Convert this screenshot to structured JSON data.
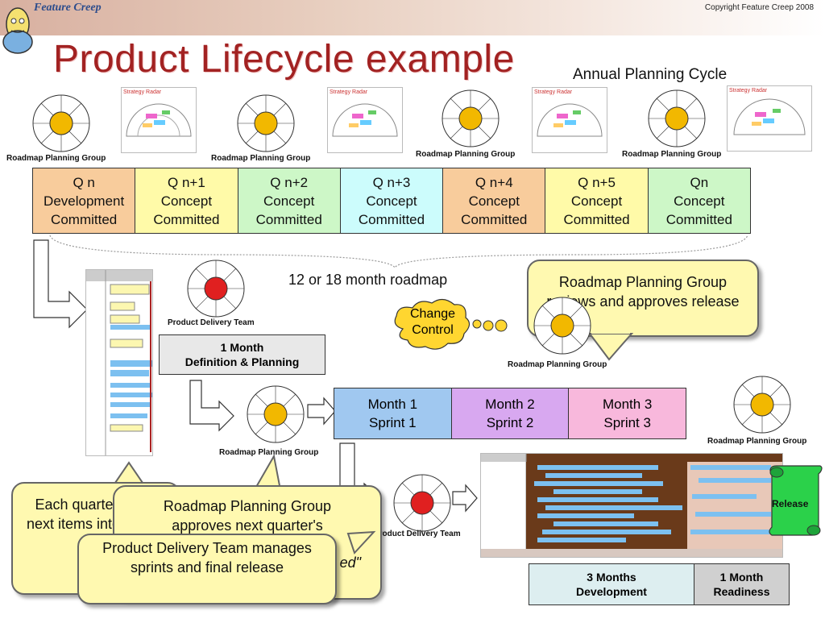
{
  "header": {
    "logo": "Feature Creep",
    "copyright": "Copyright Feature Creep 2008"
  },
  "title": "Product Lifecycle example",
  "subtitle": "Annual Planning Cycle",
  "group_labels": {
    "rpg": "Roadmap Planning Group",
    "pdt": "Product Delivery Team"
  },
  "quarters": [
    {
      "l1": "Q n",
      "l2": "Development",
      "l3": "Committed",
      "color": "#f8cc9c"
    },
    {
      "l1": "Q n+1",
      "l2": "Concept",
      "l3": "Committed",
      "color": "#fffaa8"
    },
    {
      "l1": "Q n+2",
      "l2": "Concept",
      "l3": "Committed",
      "color": "#cdf7c7"
    },
    {
      "l1": "Q n+3",
      "l2": "Concept",
      "l3": "Committed",
      "color": "#ccfcfc"
    },
    {
      "l1": "Q n+4",
      "l2": "Concept",
      "l3": "Committed",
      "color": "#f8cc9c"
    },
    {
      "l1": "Q n+5",
      "l2": "Concept",
      "l3": "Committed",
      "color": "#fffaa8"
    },
    {
      "l1": "Qn",
      "l2": "Concept",
      "l3": "Committed",
      "color": "#cdf7c7"
    }
  ],
  "roadmap_label": "12 or 18 month roadmap",
  "change_control": {
    "l1": "Change",
    "l2": "Control"
  },
  "month_def": {
    "l1": "1 Month",
    "l2": "Definition & Planning"
  },
  "sprints": [
    {
      "l1": "Month 1",
      "l2": "Sprint 1",
      "color": "#a0c8f0"
    },
    {
      "l1": "Month 2",
      "l2": "Sprint 2",
      "color": "#d8a8f0"
    },
    {
      "l1": "Month 3",
      "l2": "Sprint 3",
      "color": "#f8b8dc"
    }
  ],
  "dev": [
    {
      "l1": "3 Months",
      "l2": "Development",
      "color": "#ddeef0"
    },
    {
      "l1": "1 Month",
      "l2": "Readiness",
      "color": "#d0d0d0"
    }
  ],
  "callouts": {
    "rpg_reviews": "Roadmap Planning Group reviews and approves release",
    "each_quarter": "Each quarter takes next items into Phase",
    "rpg_approves": "Roadmap Planning Group approves next quarter's",
    "rpg_approves_tail": "ed\"",
    "pdt_manages": "Product Delivery Team manages sprints and final release"
  },
  "release": "Release",
  "strategy_radar": "Strategy Radar"
}
